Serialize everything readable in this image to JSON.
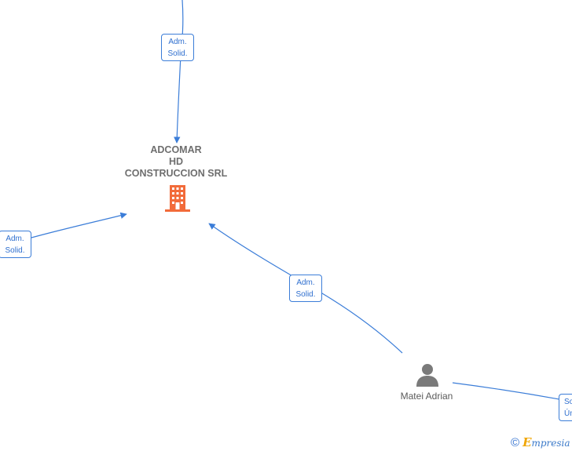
{
  "company": {
    "name_lines": [
      "ADCOMAR",
      "HD",
      "CONSTRUCCION SRL"
    ],
    "icon": "building-icon",
    "icon_color": "#f26b3a"
  },
  "person": {
    "name": "Matei Adrian",
    "icon": "person-icon",
    "icon_color": "#7a7a7a"
  },
  "edge_labels": [
    {
      "line1": "Adm.",
      "line2": "Solid."
    },
    {
      "line1": "Adm.",
      "line2": "Solid."
    },
    {
      "line1": "Adm.",
      "line2": "Solid."
    },
    {
      "line1": "So",
      "line2": "Ún"
    }
  ],
  "edge_color": "#3b7dd8",
  "watermark": {
    "symbol": "©",
    "brand_initial": "E",
    "brand_rest": "mpresia"
  }
}
